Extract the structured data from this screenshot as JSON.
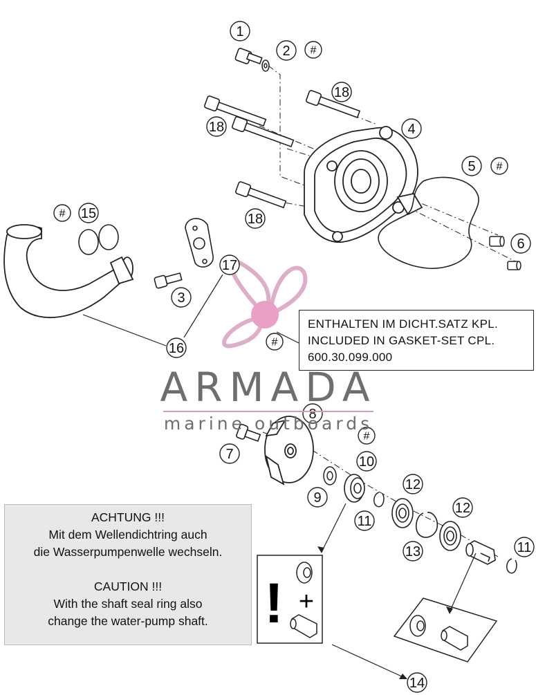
{
  "callouts": [
    {
      "id": "c1",
      "label": "1"
    },
    {
      "id": "c2",
      "label": "2"
    },
    {
      "id": "c3",
      "label": "3"
    },
    {
      "id": "c4",
      "label": "4"
    },
    {
      "id": "c5",
      "label": "5"
    },
    {
      "id": "c6",
      "label": "6"
    },
    {
      "id": "c7",
      "label": "7"
    },
    {
      "id": "c8",
      "label": "8"
    },
    {
      "id": "c9",
      "label": "9"
    },
    {
      "id": "c10",
      "label": "10"
    },
    {
      "id": "c11a",
      "label": "11"
    },
    {
      "id": "c11b",
      "label": "11"
    },
    {
      "id": "c12a",
      "label": "12"
    },
    {
      "id": "c12b",
      "label": "12"
    },
    {
      "id": "c13",
      "label": "13"
    },
    {
      "id": "c14",
      "label": "14"
    },
    {
      "id": "c15",
      "label": "15"
    },
    {
      "id": "c16",
      "label": "16"
    },
    {
      "id": "c17",
      "label": "17"
    },
    {
      "id": "c18a",
      "label": "18"
    },
    {
      "id": "c18b",
      "label": "18"
    },
    {
      "id": "c18c",
      "label": "18"
    }
  ],
  "hash_symbol": "#",
  "gasket_note": {
    "line1": "ENTHALTEN IM DICHT.SATZ KPL.",
    "line2": "INCLUDED IN GASKET-SET CPL.",
    "line3": "600.30.099.000"
  },
  "warning": {
    "de_title": "ACHTUNG !!!",
    "de_line1": "Mit dem Wellendichtring auch",
    "de_line2": "die Wasserpumpenwelle wechseln.",
    "en_title": "CAUTION !!!",
    "en_line1": "With the shaft seal ring also",
    "en_line2": "change the water-pump shaft."
  },
  "kit_symbols": {
    "exclamation": "!",
    "plus": "+"
  },
  "watermark": {
    "name": "ARMADA",
    "subtitle": "marine outboards",
    "logo_color": "#d9a0c0",
    "logo_center_color": "#e58fbc"
  }
}
